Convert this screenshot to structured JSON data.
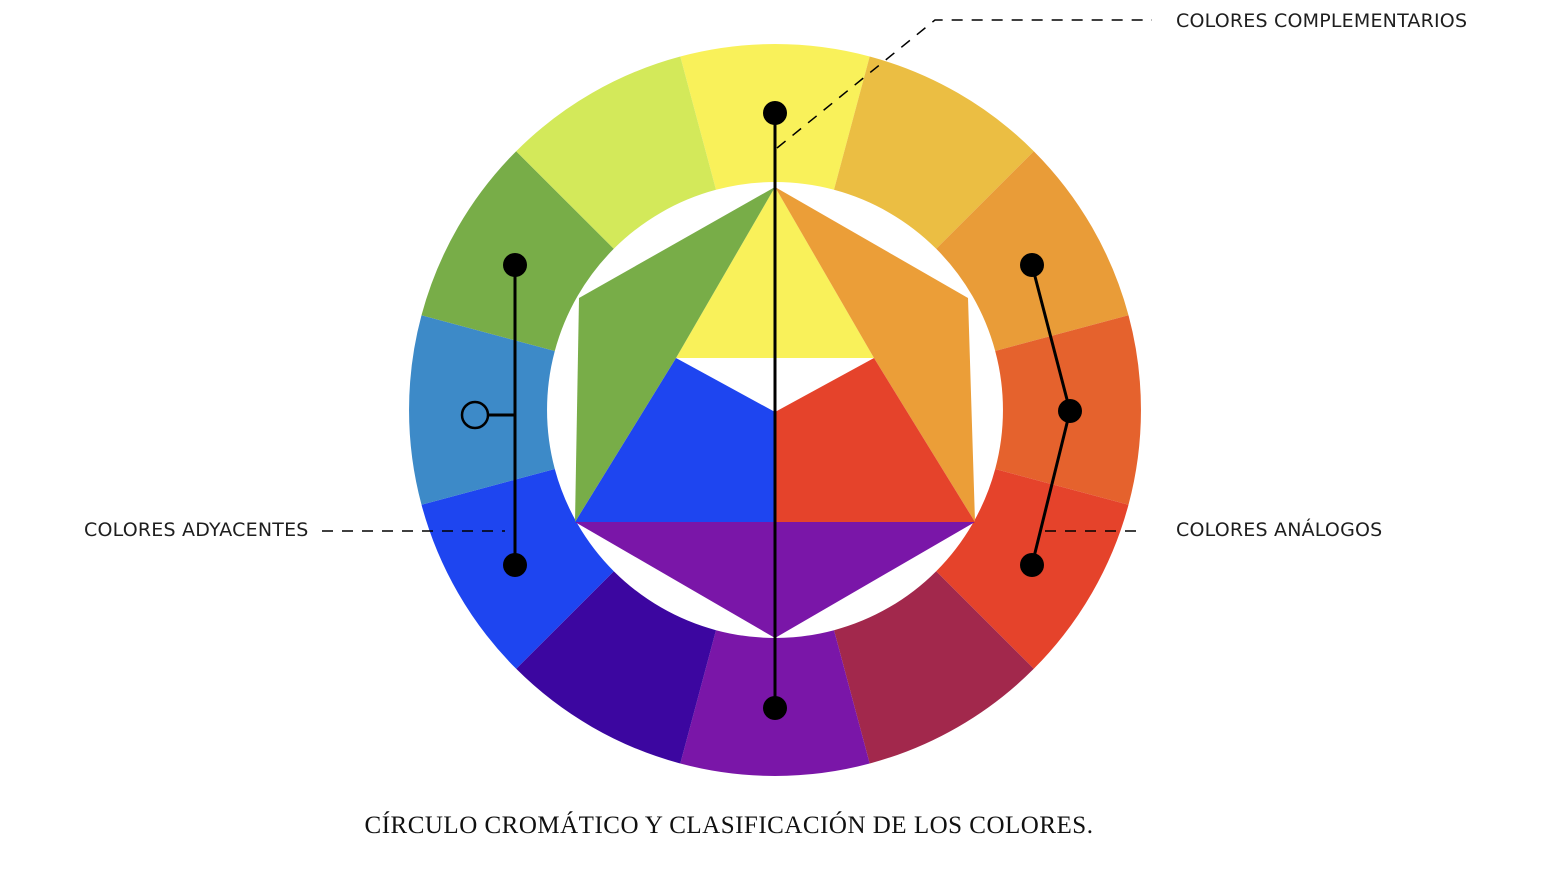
{
  "labels": {
    "complementary": "COLORES COMPLEMENTARIOS",
    "adjacent": "COLORES ADYACENTES",
    "analogous": "COLORES ANÁLOGOS"
  },
  "caption": "CÍRCULO CROMÁTICO Y CLASIFICACIÓN DE LOS COLORES.",
  "ring_colors": [
    "#f9f15a",
    "#ebbe43",
    "#e99c38",
    "#e5622d",
    "#e5432b",
    "#a2284c",
    "#7a16a8",
    "#3c06a0",
    "#1e45f0",
    "#3d8ac8",
    "#78ad48",
    "#d3e95a"
  ],
  "hexagon_colors": {
    "yellow": "#f9f15a",
    "orange": "#eb9e38",
    "red": "#e5432b",
    "purple": "#7a16a8",
    "blue": "#1e45f0",
    "green": "#78ad48"
  },
  "colors": {
    "line": "#000000",
    "text": "#1e1e1e",
    "background": "#ffffff"
  }
}
